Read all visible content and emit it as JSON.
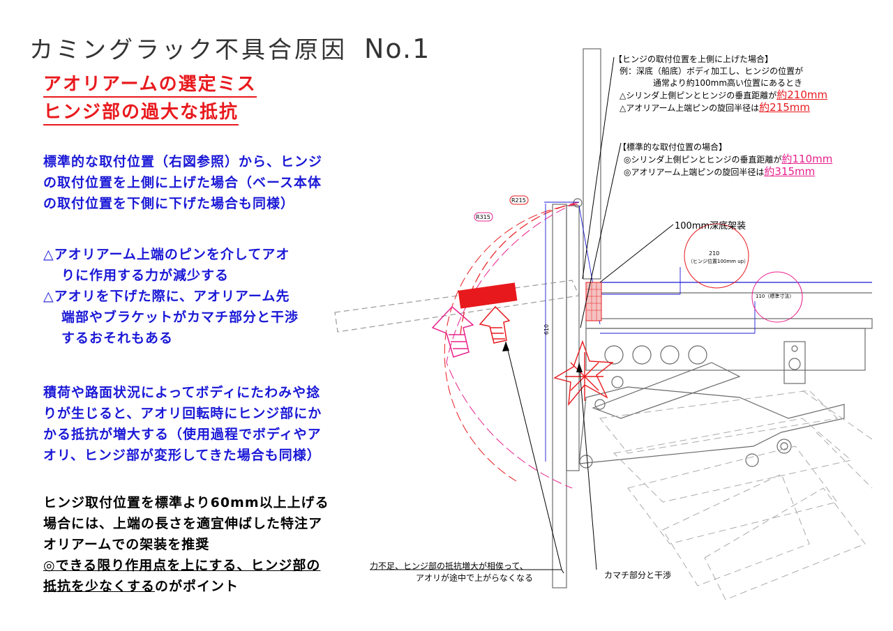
{
  "title": {
    "main": "カミングラック不具合原因",
    "number": "No.1"
  },
  "headings": [
    "アオリアームの選定ミス",
    "ヒンジ部の過大な抵抗"
  ],
  "para1": [
    "標準的な取付位置（右図参照）から、ヒンジ",
    "の取付位置を上側に上げた場合（ベース本体",
    "の取付位置を下側に下げた場合も同様）"
  ],
  "para2": [
    "△アオリアーム上端のピンを介してアオ",
    "りに作用する力が減少する",
    "△アオリを下げた際に、アオリアーム先",
    "端部やブラケットがカマチ部分と干渉",
    "するおそれもある"
  ],
  "para3": [
    "積荷や路面状況によってボディにたわみや捻",
    "りが生じると、アオリ回転時にヒンジ部にか",
    "かる抵抗が増大する（使用過程でボディやア",
    "オリ、ヒンジ部が変形してきた場合も同様）"
  ],
  "para4": {
    "line1": "ヒンジ取付位置を標準より60mm以上上げる",
    "line2": "場合には、上端の長さを適宜伸ばした特注ア",
    "line3": "オリアームでの架装を推奨",
    "line4_u": "◎できる限り作用点を上にする、ヒンジ部の",
    "line5_u": "抵抗を少なくする",
    "line5_rest": "のがポイント"
  },
  "note_raised": {
    "title": "【ヒンジの取付位置を上側に上げた場合】",
    "ex1": "例：深底（船底）ボディ加工し、ヒンジの位置が",
    "ex2": "通常より約100mm高い位置にあるとき",
    "l3": "△シリンダ上側ピンとヒンジの垂直距離が",
    "l3v": "約210mm",
    "l4": "△アオリアーム上端ピンの旋回半径は",
    "l4v": "約215mm"
  },
  "note_standard": {
    "title": "【標準的な取付位置の場合】",
    "l1": "◎シリンダ上側ピンとヒンジの垂直距離が",
    "l1v": "約110mm",
    "l2": "◎アオリアーム上端ピンの旋回半径は",
    "l2v": "約315mm"
  },
  "labels": {
    "deep": "100mm深底架装",
    "dim210": "210",
    "dim210_sub": "（ヒンジ位置100mm up）",
    "dim110": "110（標準寸法）",
    "r215": "R215",
    "r315": "R315",
    "dim610": "610"
  },
  "callouts": {
    "left_line1": "力不足、ヒンジ部の抵抗増大が相俟って、",
    "left_line2": "アオリが途中で上がらなくなる",
    "right": "カマチ部分と干渉"
  },
  "colors": {
    "red": "#e8191d",
    "blue": "#1a18d6",
    "magenta": "#e8208c",
    "linework": "#666666"
  }
}
